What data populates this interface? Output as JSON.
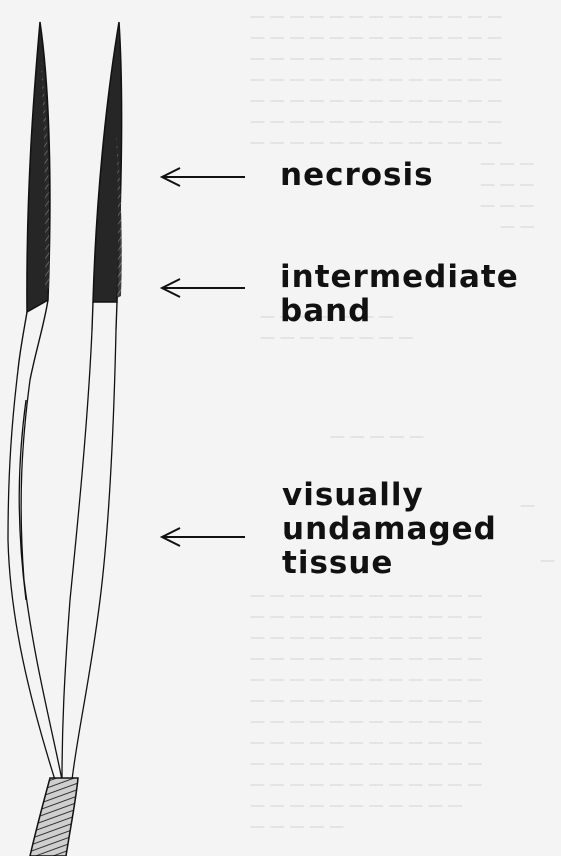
{
  "labels": {
    "necrosis": "necrosis",
    "intermediate_band": [
      "intermediate",
      "band"
    ],
    "visually_undamaged_tissue": [
      "visually",
      "undamaged",
      "tissue"
    ]
  },
  "colors": {
    "ink": "#111111",
    "paper": "#f4f4f4",
    "ghost_text": "#d3d3d3"
  },
  "icons": [
    "arrow-left-icon"
  ]
}
